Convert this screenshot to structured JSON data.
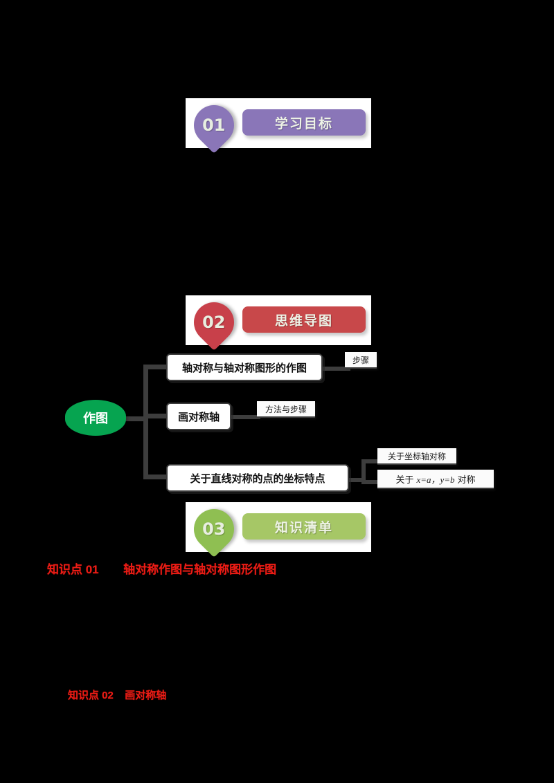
{
  "document": {
    "page_background": "#000000",
    "sheet_background": "#ffffff"
  },
  "sections": [
    {
      "number": "01",
      "label": "学习目标",
      "accent": "#8a76b8",
      "badge_color": "#8a76b8"
    },
    {
      "number": "02",
      "label": "思维导图",
      "accent": "#c8484a",
      "badge_color": "#c8404a"
    },
    {
      "number": "03",
      "label": "知识清单",
      "accent": "#a6c766",
      "badge_color": "#8fbf52"
    }
  ],
  "mindmap": {
    "root": {
      "label": "作图",
      "color": "#06a450",
      "text_color": "#ffffff"
    },
    "branches": [
      {
        "label": "轴对称与轴对称图形的作图",
        "children": [
          {
            "label": "步骤"
          }
        ]
      },
      {
        "label": "画对称轴",
        "children": [
          {
            "label": "方法与步骤"
          }
        ]
      },
      {
        "label": "关于直线对称的点的坐标特点",
        "children": [
          {
            "label": "关于坐标轴对称"
          },
          {
            "label": "关于 x=a，y=b对称",
            "prefix": "关于",
            "math": "x=a，y=b",
            "suffix": "对称"
          }
        ]
      }
    ]
  },
  "knowledge_points": [
    {
      "tag": "知识点 01",
      "title": "轴对称作图与轴对称图形作图",
      "color": "#ec1c15"
    },
    {
      "tag": "知识点 02",
      "title": "画对称轴",
      "color": "#ec1c15"
    }
  ]
}
